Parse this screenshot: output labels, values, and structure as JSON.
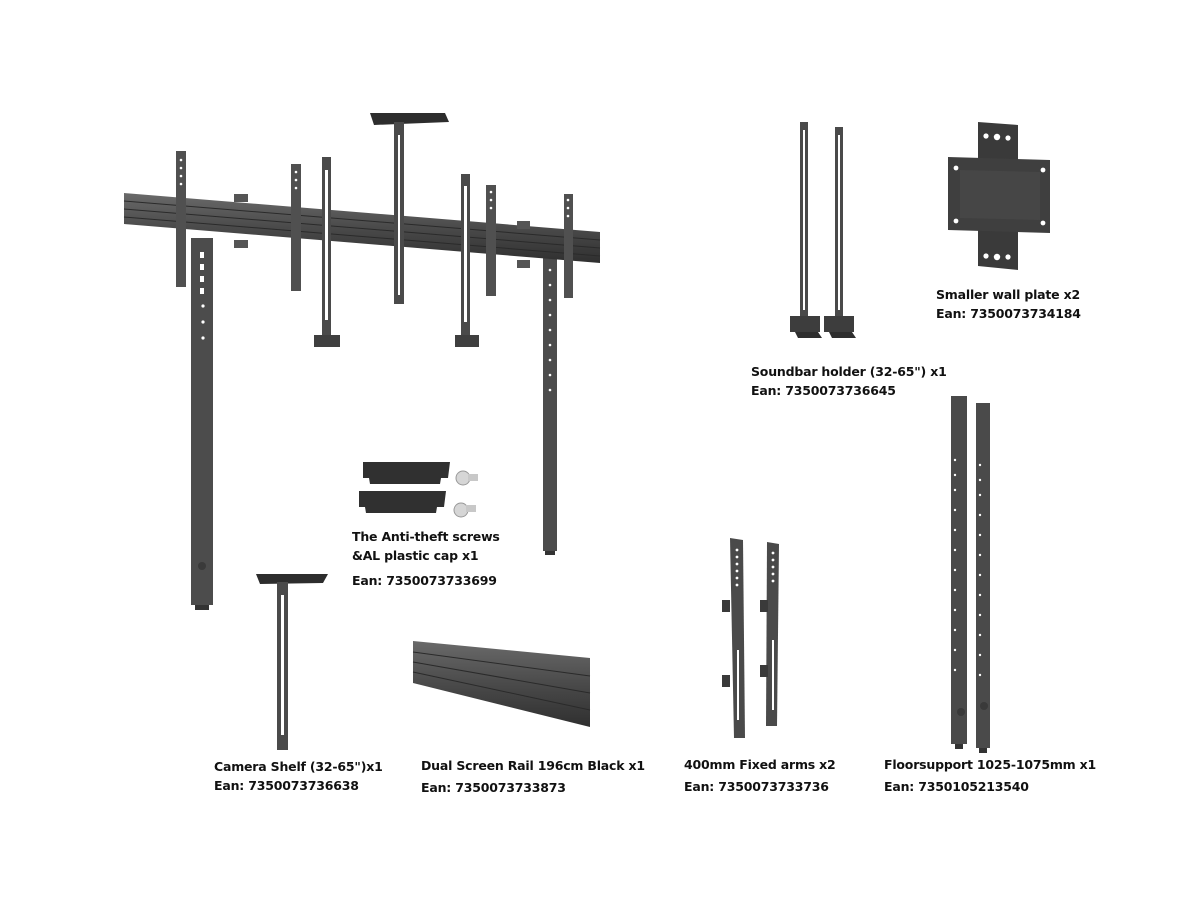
{
  "colors": {
    "background": "#ffffff",
    "metal": "#4a4a4a",
    "metal_dark": "#2f2f2f",
    "metal_light": "#6a6a6a",
    "text": "#111111"
  },
  "products": [
    {
      "id": "soundbar-holder",
      "name": "Soundbar holder (32-65\") x1",
      "ean": "Ean: 7350073736645"
    },
    {
      "id": "smaller-wall-plate",
      "name": "Smaller wall plate x2",
      "ean": "Ean:  7350073734184"
    },
    {
      "id": "anti-theft-screws",
      "name": "The Anti-theft screws",
      "name_line2": "&AL plastic cap x1",
      "ean": "Ean:  7350073733699"
    },
    {
      "id": "camera-shelf",
      "name": "Camera Shelf (32-65\")x1",
      "ean": "Ean: 7350073736638"
    },
    {
      "id": "dual-screen-rail",
      "name": "Dual Screen Rail 196cm Black x1",
      "ean": "Ean:  7350073733873"
    },
    {
      "id": "fixed-arms",
      "name": "400mm Fixed arms x2",
      "ean": "Ean: 7350073733736"
    },
    {
      "id": "floorsupport",
      "name": "Floorsupport 1025-1075mm x1",
      "ean": "Ean: 7350105213540"
    }
  ]
}
